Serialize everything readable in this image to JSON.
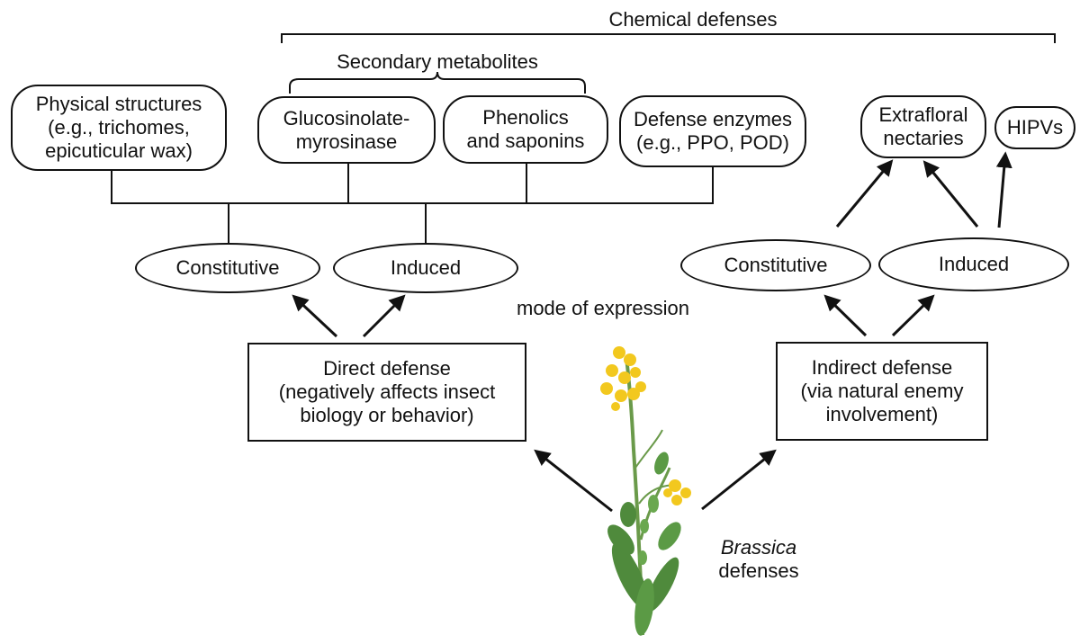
{
  "headers": {
    "chemical_defenses": "Chemical defenses",
    "secondary_metabolites": "Secondary metabolites",
    "mode_of_expression": "mode of expression"
  },
  "direct": {
    "physical": [
      "Physical structures",
      "(e.g., trichomes,",
      "epicuticular wax)"
    ],
    "glucosinolate": [
      "Glucosinolate-",
      "myrosinase"
    ],
    "phenolics": [
      "Phenolics",
      "and saponins"
    ],
    "enzymes": [
      "Defense enzymes",
      "(e.g., PPO, POD)"
    ],
    "constitutive": "Constitutive",
    "induced": "Induced",
    "box": [
      "Direct defense",
      "(negatively affects insect",
      "biology or behavior)"
    ]
  },
  "indirect": {
    "extrafloral": [
      "Extrafloral",
      "nectaries"
    ],
    "hipvs": "HIPVs",
    "constitutive": "Constitutive",
    "induced": "Induced",
    "box": [
      "Indirect defense",
      "(via natural enemy",
      "involvement)"
    ]
  },
  "plant": {
    "italic_label": "Brassica",
    "label": "defenses",
    "icon": "brassica-plant-icon"
  },
  "colors": {
    "stroke": "#111111",
    "flower": "#f2c81e",
    "leaf": "#4f8a3c",
    "stem": "#6a9a4a"
  }
}
